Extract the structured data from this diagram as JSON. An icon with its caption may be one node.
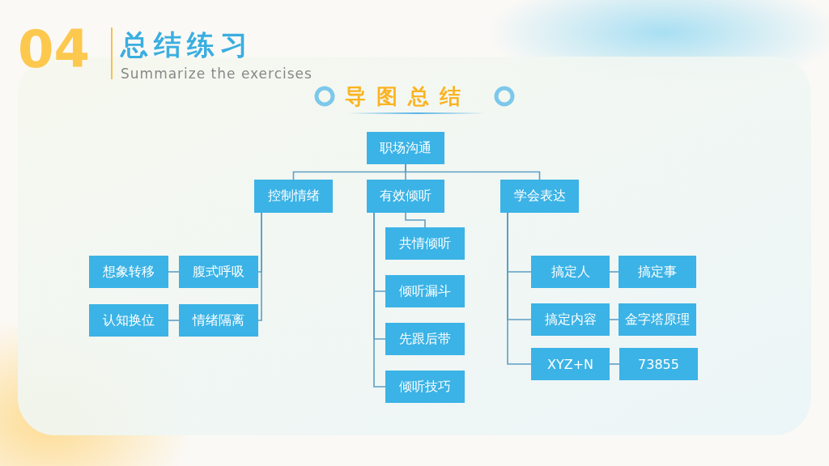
{
  "diagram": {
    "title": "总结练习",
    "nodes": [
      {
        "text": [
          "职场沟通"
        ]
      },
      {
        "text": [
          "控制情绪"
        ]
      },
      {
        "text": [
          "有效倾听"
        ]
      },
      {
        "text": [
          "学会表达"
        ]
      },
      {
        "text": [
          "想象转移"
        ]
      },
      {
        "text": [
          "腹式呼吸"
        ]
      },
      {
        "text": [
          "认知换位"
        ]
      },
      {
        "text": [
          "情绪隔离"
        ]
      },
      {
        "text": [
          "共情倾听"
        ]
      },
      {
        "text": [
          "倾听漏斗"
        ]
      },
      {
        "text": [
          "先跟后带"
        ]
      },
      {
        "text": [
          "倾听技巧"
        ]
      },
      {
        "text": [
          "搞定人"
        ]
      },
      {
        "text": [
          "搞定事"
        ]
      },
      {
        "text": [
          "搞定内容"
        ]
      },
      {
        "text": [
          "金字塔原理"
        ]
      },
      {
        "text": [
          "XYZ+N"
        ]
      },
      {
        "text": [
          "73855"
        ]
      }
    ],
    "edges": [
      {
        "from": 0,
        "to": 1,
        "arrow": "none"
      },
      {
        "from": 0,
        "to": 2,
        "arrow": "none"
      },
      {
        "from": 0,
        "to": 3,
        "arrow": "none"
      },
      {
        "from": 1,
        "to": 5,
        "arrow": "none"
      },
      {
        "from": 1,
        "to": 7,
        "arrow": "none"
      },
      {
        "from": 5,
        "to": 4,
        "arrow": "none"
      },
      {
        "from": 7,
        "to": 6,
        "arrow": "none"
      },
      {
        "from": 2,
        "to": 8,
        "arrow": "none"
      },
      {
        "from": 2,
        "to": 9,
        "arrow": "none"
      },
      {
        "from": 2,
        "to": 10,
        "arrow": "none"
      },
      {
        "from": 2,
        "to": 11,
        "arrow": "none"
      },
      {
        "from": 3,
        "to": 12,
        "arrow": "none"
      },
      {
        "from": 3,
        "to": 14,
        "arrow": "none"
      },
      {
        "from": 3,
        "to": 16,
        "arrow": "none"
      },
      {
        "from": 12,
        "to": 13,
        "arrow": "none"
      },
      {
        "from": 14,
        "to": 15,
        "arrow": "none"
      },
      {
        "from": 16,
        "to": 17,
        "arrow": "none"
      }
    ],
    "labels": [
      "04",
      "Summarize the exercises",
      "导图总结"
    ]
  }
}
